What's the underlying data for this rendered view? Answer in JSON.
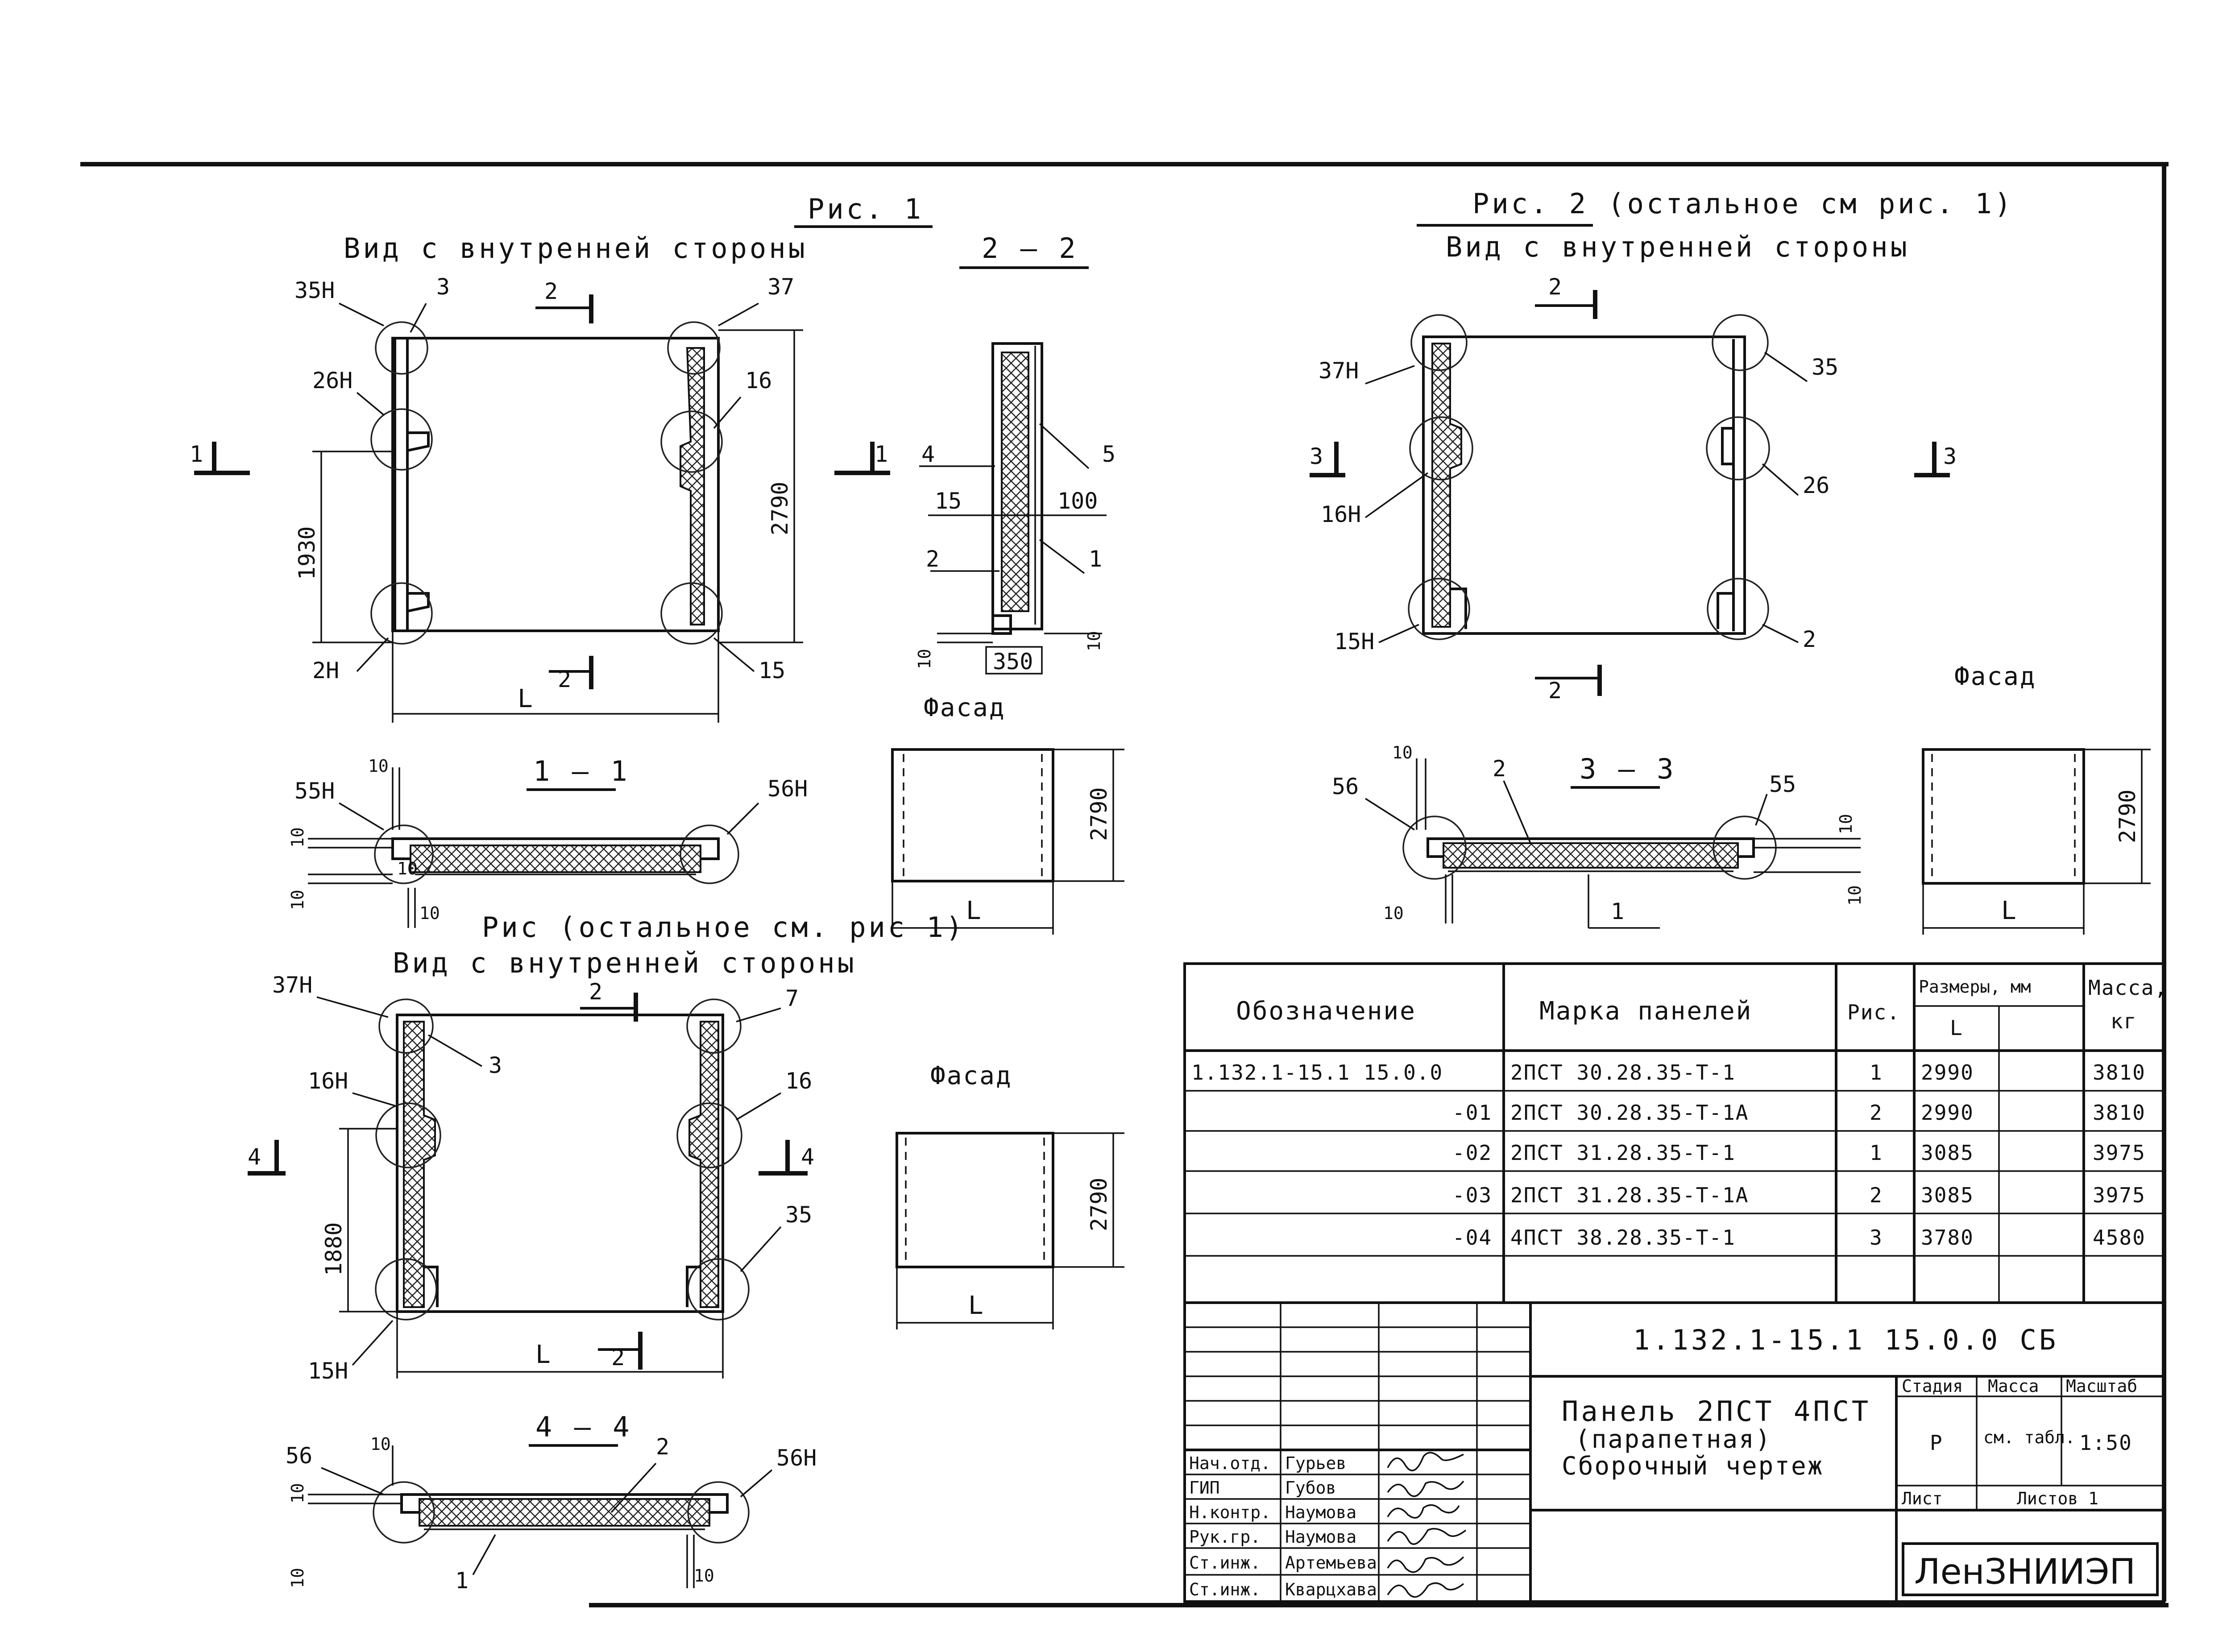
{
  "fig1": {
    "title": "Рис. 1",
    "subtitle": "Вид с внутренней стороны",
    "dim_width": "L",
    "dim_height": "2790",
    "dim_1930": "1930",
    "callouts": [
      "35Н",
      "3",
      "37",
      "26Н",
      "16",
      "2Н",
      "15"
    ],
    "section_marks": [
      "2",
      "2",
      "1",
      "1"
    ]
  },
  "section22": {
    "title": "2 – 2",
    "labels": [
      "4",
      "5",
      "15",
      "100",
      "2",
      "1",
      "10",
      "350",
      "10"
    ]
  },
  "facade1": {
    "title": "Фасад",
    "height": "2790",
    "width": "L"
  },
  "section11": {
    "title": "1 – 1",
    "labels": [
      "55Н",
      "56Н",
      "10",
      "10",
      "10",
      "10",
      "10"
    ]
  },
  "fig3": {
    "title": "Рис   (остальное см. рис 1)",
    "subtitle": "Вид с внутренней стороны",
    "dim_width": "L",
    "dim_1880": "1880",
    "callouts": [
      "37Н",
      "16Н",
      "3",
      "7",
      "16",
      "35",
      "15Н"
    ],
    "section_marks": [
      "2",
      "2",
      "4",
      "4"
    ]
  },
  "facade3": {
    "title": "Фасад",
    "height": "2790",
    "width": "L"
  },
  "section44": {
    "title": "4 – 4",
    "labels": [
      "56",
      "2",
      "56Н",
      "10",
      "10",
      "1",
      "10",
      "10"
    ]
  },
  "fig2": {
    "title": "Рис. 2 (остальное см рис. 1)",
    "subtitle": "Вид с внутренней стороны",
    "callouts": [
      "37Н",
      "35",
      "16Н",
      "26",
      "15Н",
      "2"
    ],
    "section_marks": [
      "2",
      "2",
      "3",
      "3"
    ]
  },
  "section33": {
    "title": "3 – 3",
    "labels": [
      "56",
      "2",
      "55",
      "10",
      "10",
      "1",
      "10",
      "10"
    ]
  },
  "facade2": {
    "title": "Фасад",
    "height": "2790",
    "width": "L"
  },
  "spec_table": {
    "headers": {
      "designation": "Обозначение",
      "mark": "Марка панелей",
      "fig": "Рис.",
      "size": "Размеры, мм",
      "size_sub": "L",
      "mass": "Масса,",
      "mass_unit": "кг"
    },
    "rows": [
      {
        "designation": "1.132.1-15.1 15.0.0",
        "mark": "2ПСТ 30.28.35-Т-1",
        "fig": "1",
        "L": "2990",
        "mass": "3810"
      },
      {
        "designation": "-01",
        "mark": "2ПСТ 30.28.35-Т-1А",
        "fig": "2",
        "L": "2990",
        "mass": "3810"
      },
      {
        "designation": "-02",
        "mark": "2ПСТ 31.28.35-Т-1",
        "fig": "1",
        "L": "3085",
        "mass": "3975"
      },
      {
        "designation": "-03",
        "mark": "2ПСТ 31.28.35-Т-1А",
        "fig": "2",
        "L": "3085",
        "mass": "3975"
      },
      {
        "designation": "-04",
        "mark": "4ПСТ 38.28.35-Т-1",
        "fig": "3",
        "L": "3780",
        "mass": "4580"
      }
    ]
  },
  "title_block": {
    "doc_code": "1.132.1-15.1 15.0.0 СБ",
    "title_line1": "Панель 2ПСТ  4ПСТ",
    "title_line2": "(парапетная)",
    "title_line3": "Сборочный чертеж",
    "stage_label": "Стадия",
    "stage_value": "Р",
    "mass_label": "Масса",
    "mass_value": "см. табл.",
    "scale_label": "Масштаб",
    "scale_value": "1:50",
    "sheet_label": "Лист",
    "sheets_label": "Листов 1",
    "organization": "ЛенЗНИИЭП",
    "signatures": [
      {
        "role": "Нач.отд.",
        "name": "Гурьев"
      },
      {
        "role": "ГИП",
        "name": "Губов"
      },
      {
        "role": "Н.контр.",
        "name": "Наумова"
      },
      {
        "role": "Рук.гр.",
        "name": "Наумова"
      },
      {
        "role": "Ст.инж.",
        "name": "Артемьева"
      },
      {
        "role": "Ст.инж.",
        "name": "Кварцхава"
      }
    ]
  }
}
